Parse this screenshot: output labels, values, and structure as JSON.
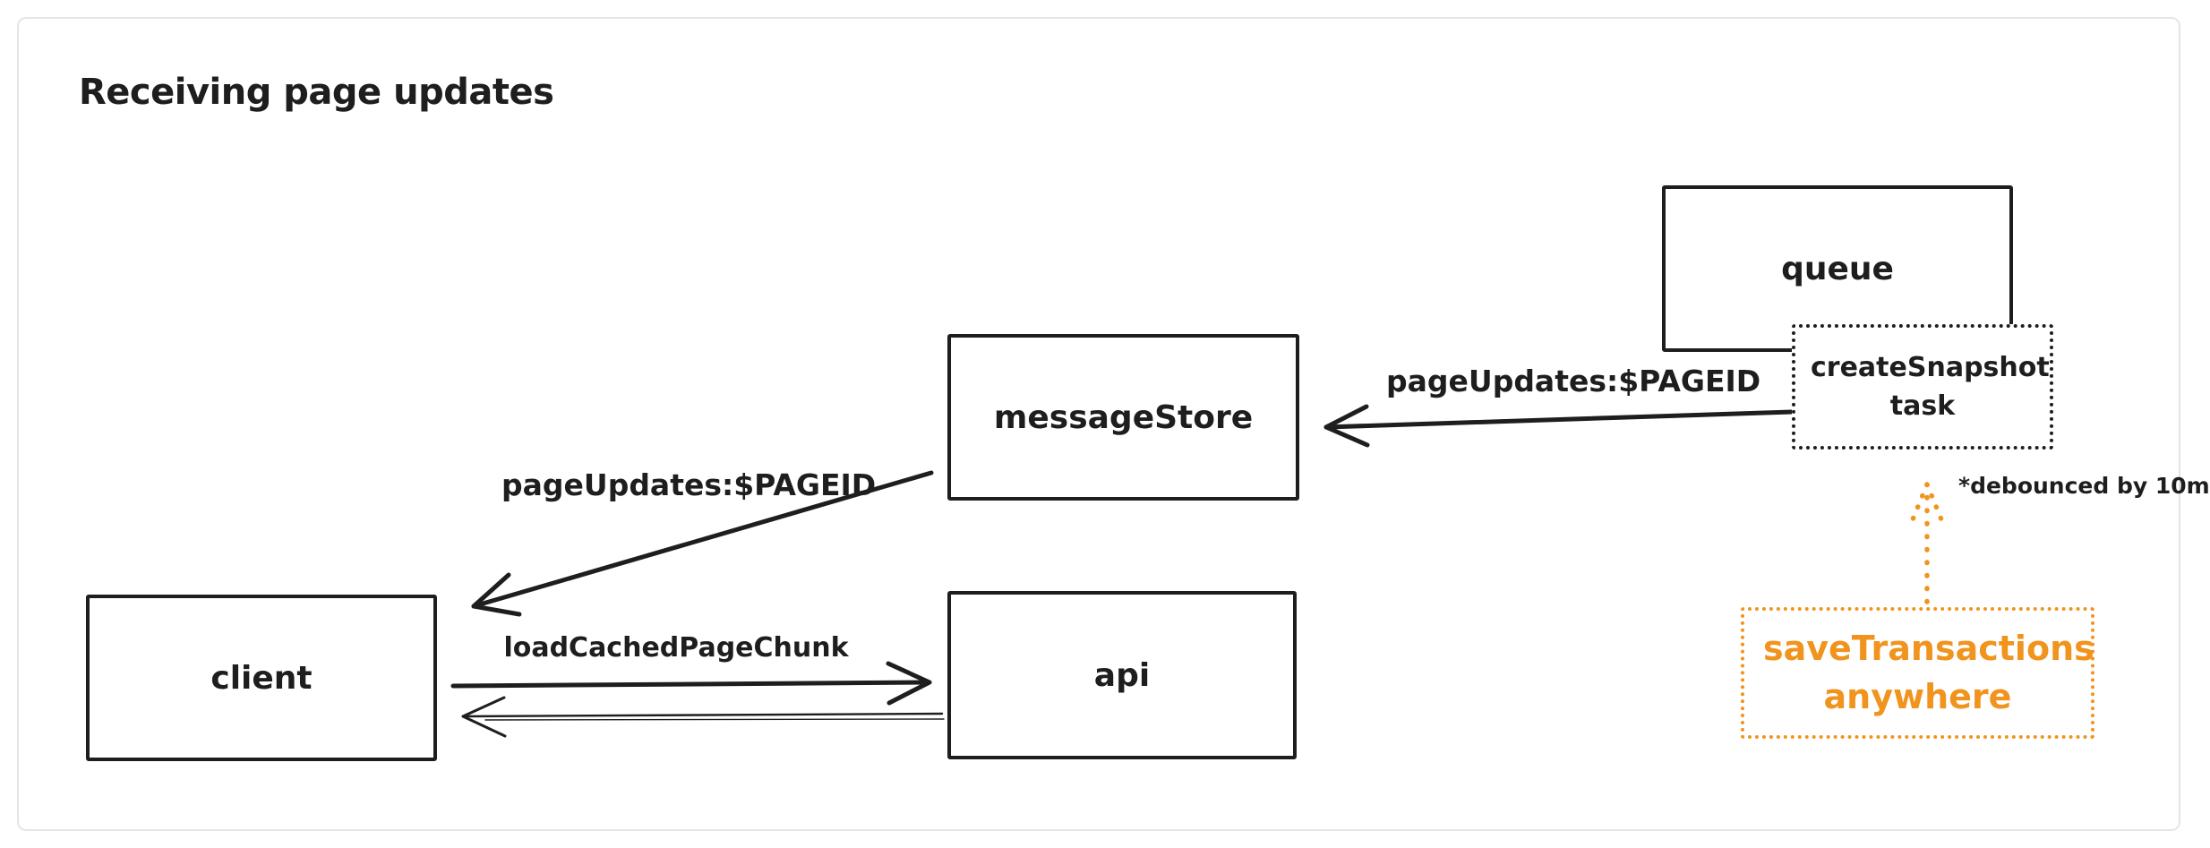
{
  "title": "Receiving page updates",
  "colors": {
    "stroke": "#1e1e1e",
    "orange": "#f0941e",
    "frame_border": "#e5e5e5",
    "background": "#ffffff"
  },
  "nodes": {
    "queue": {
      "label": "queue",
      "style": "solid"
    },
    "create_snapshot": {
      "label": "createSnapshot task",
      "style": "dotted"
    },
    "message_store": {
      "label": "messageStore",
      "style": "solid"
    },
    "client": {
      "label": "client",
      "style": "solid"
    },
    "api": {
      "label": "api",
      "style": "solid"
    },
    "save_transactions": {
      "label": "saveTransactions anywhere",
      "style": "dotted-orange"
    }
  },
  "edges": {
    "create_snapshot_to_message_store": {
      "label": "pageUpdates:$PAGEID"
    },
    "message_store_to_client": {
      "label": "pageUpdates:$PAGEID"
    },
    "client_to_api": {
      "label": "loadCachedPageChunk"
    },
    "api_to_client": {},
    "save_transactions_to_create_snapshot": {
      "annotation": "*debounced by 10m"
    }
  }
}
